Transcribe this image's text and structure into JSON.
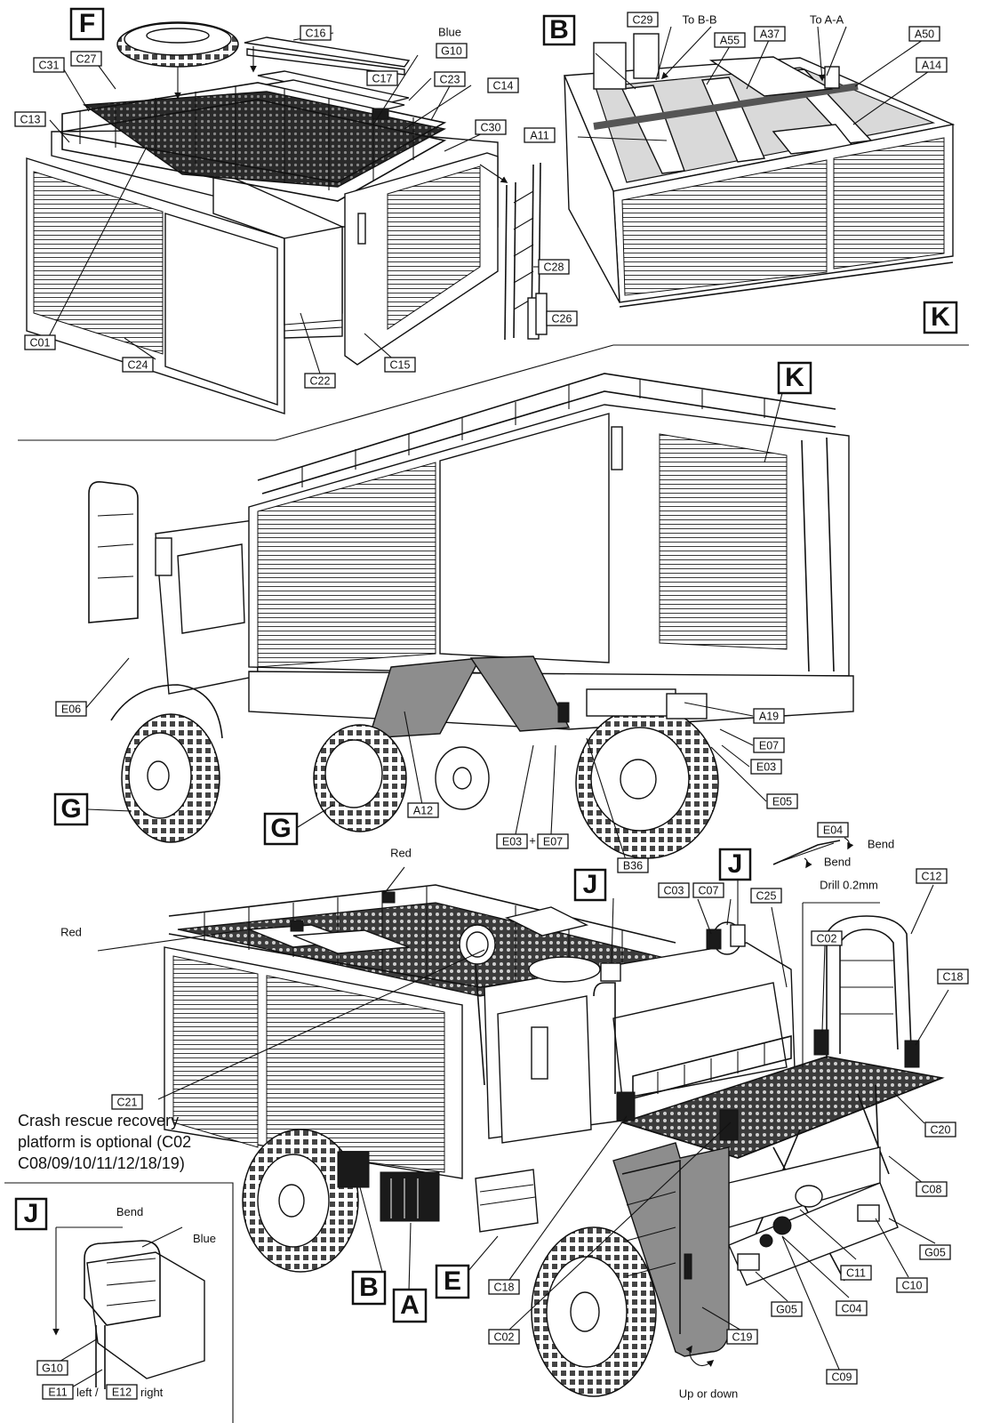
{
  "sections": {
    "F": "F",
    "B": "B",
    "K": "K",
    "G1": "G",
    "G2": "G",
    "J1": "J",
    "J2": "J",
    "J3": "J",
    "B2": "B",
    "A": "A",
    "E": "E"
  },
  "panel_f": {
    "labels": [
      "C16",
      "Blue",
      "G10",
      "C31",
      "C27",
      "C17",
      "C23",
      "C14",
      "C13",
      "C30",
      "C28",
      "C26",
      "C01",
      "C24",
      "C22",
      "C15"
    ]
  },
  "panel_b": {
    "labels": [
      "C29",
      "To B-B",
      "A55",
      "A37",
      "To A-A",
      "A50",
      "A14",
      "A11"
    ]
  },
  "panel_k": {
    "labels": [
      "E06",
      "A19",
      "E07",
      "E03",
      "E05",
      "A12",
      "E03",
      "E07",
      "B36"
    ],
    "plus": "+"
  },
  "panel_main": {
    "labels": [
      "Red",
      "Red",
      "E04",
      "Bend",
      "Bend",
      "Drill 0.2mm",
      "C03",
      "C07",
      "C25",
      "C12",
      "C02",
      "C18",
      "C21",
      "C20",
      "C08",
      "G05",
      "C18",
      "C11",
      "C10",
      "G05",
      "C04",
      "C02",
      "C19",
      "C09",
      "Up or down"
    ],
    "note": [
      "Crash rescue recovery",
      "platform is optional (C02",
      "C08/09/10/11/12/18/19)"
    ]
  },
  "panel_j": {
    "bend": "Bend",
    "blue": "Blue",
    "g10": "G10",
    "e11": "E11",
    "left": "left /",
    "e12": "E12",
    "right": "right"
  },
  "colors": {
    "ink": "#111111",
    "paint_grey": "#8d8d8d",
    "mesh": "#2a2a2a"
  },
  "icons": [
    "spare-wheel-icon",
    "roof-rack-icon",
    "ladder-icon",
    "wheel-icon",
    "beacon-icon",
    "searchlight-icon",
    "arrow-icon"
  ]
}
